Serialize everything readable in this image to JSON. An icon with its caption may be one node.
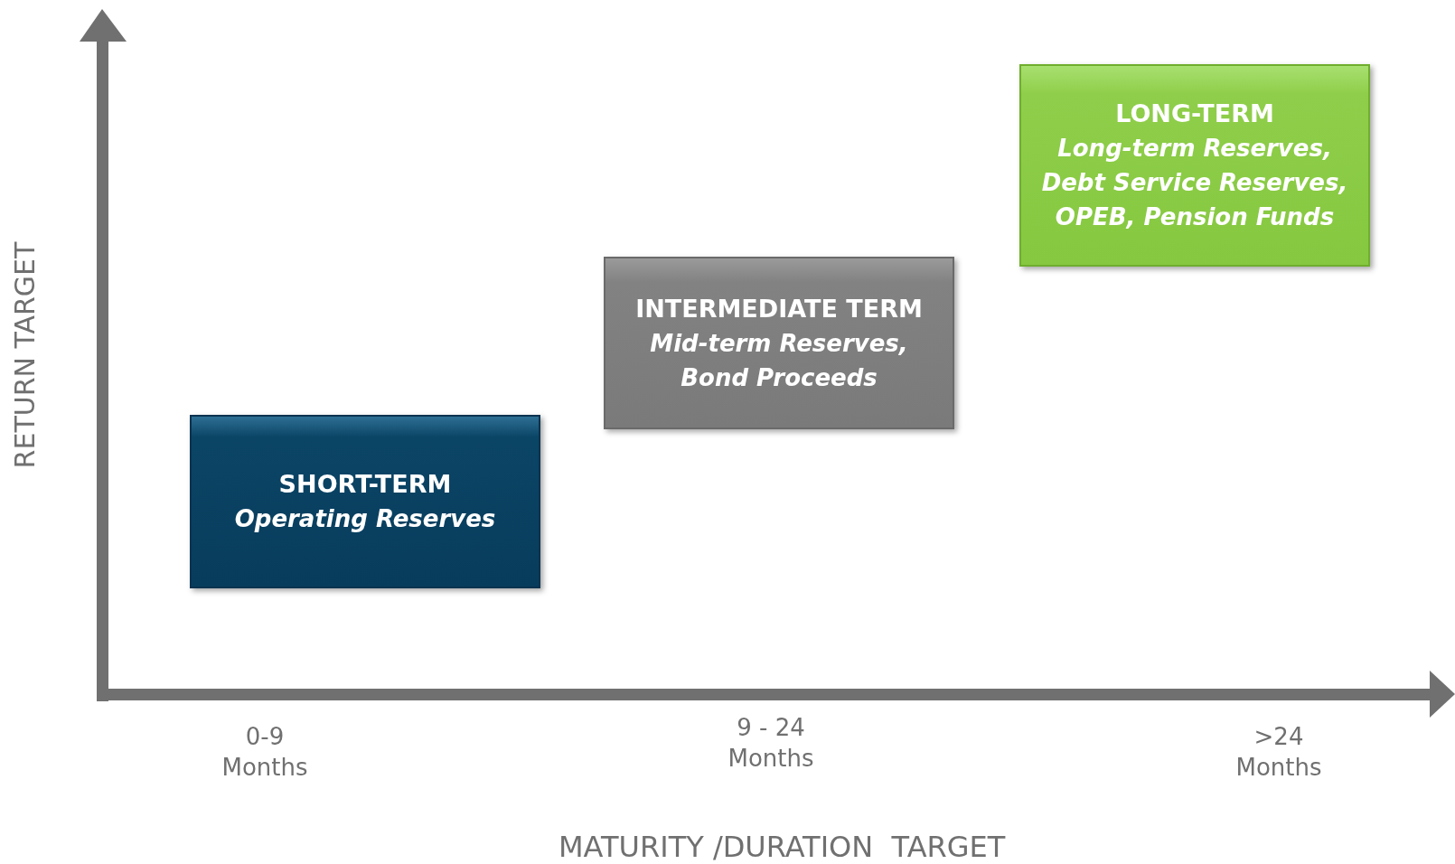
{
  "diagram": {
    "nodes": [
      {
        "text": [
          "SHORT-TERM",
          "Operating Reserves"
        ]
      },
      {
        "text": [
          "INTERMEDIATE TERM",
          "Mid-term Reserves, Bond Proceeds"
        ]
      },
      {
        "text": [
          "LONG-TERM",
          "Long-term Reserves, Debt Service Reserves, OPEB, Pension Funds"
        ]
      }
    ],
    "labels": [
      "RETURN TARGET",
      "0-9 Months",
      "9 - 24 Months",
      ">24 Months",
      "MATURITY /DURATION  TARGET"
    ]
  }
}
